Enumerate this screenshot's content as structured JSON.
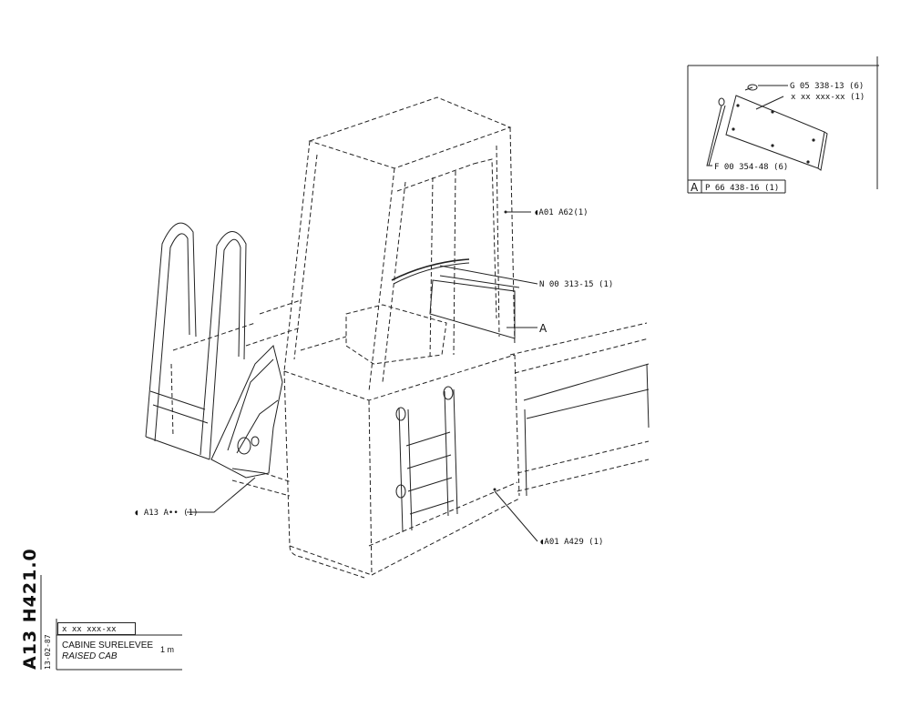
{
  "callouts": {
    "a01_a62": "◖A01 A62(1)",
    "n00_313_15": "N 00 313-15 (1)",
    "a_marker": "A",
    "a13_a": "◖ A13 A•• (1)",
    "a01_a429": "◖A01 A429 (1)"
  },
  "detail": {
    "g05_338_13": "G 05 338-13 (6)",
    "x_ref": "x xx xxx-xx (1)",
    "f00_354_48": "F 00 354-48 (6)",
    "box_letter": "A",
    "p66_438_16": "P 66 438-16 (1)"
  },
  "title_block": {
    "sheet_code": "A13 H421.0",
    "date": "13-02-87",
    "ref": "x xx xxx-xx",
    "title_fr": "CABINE SURELEVEE",
    "title_en": "RAISED CAB",
    "quantity": "1 m"
  }
}
